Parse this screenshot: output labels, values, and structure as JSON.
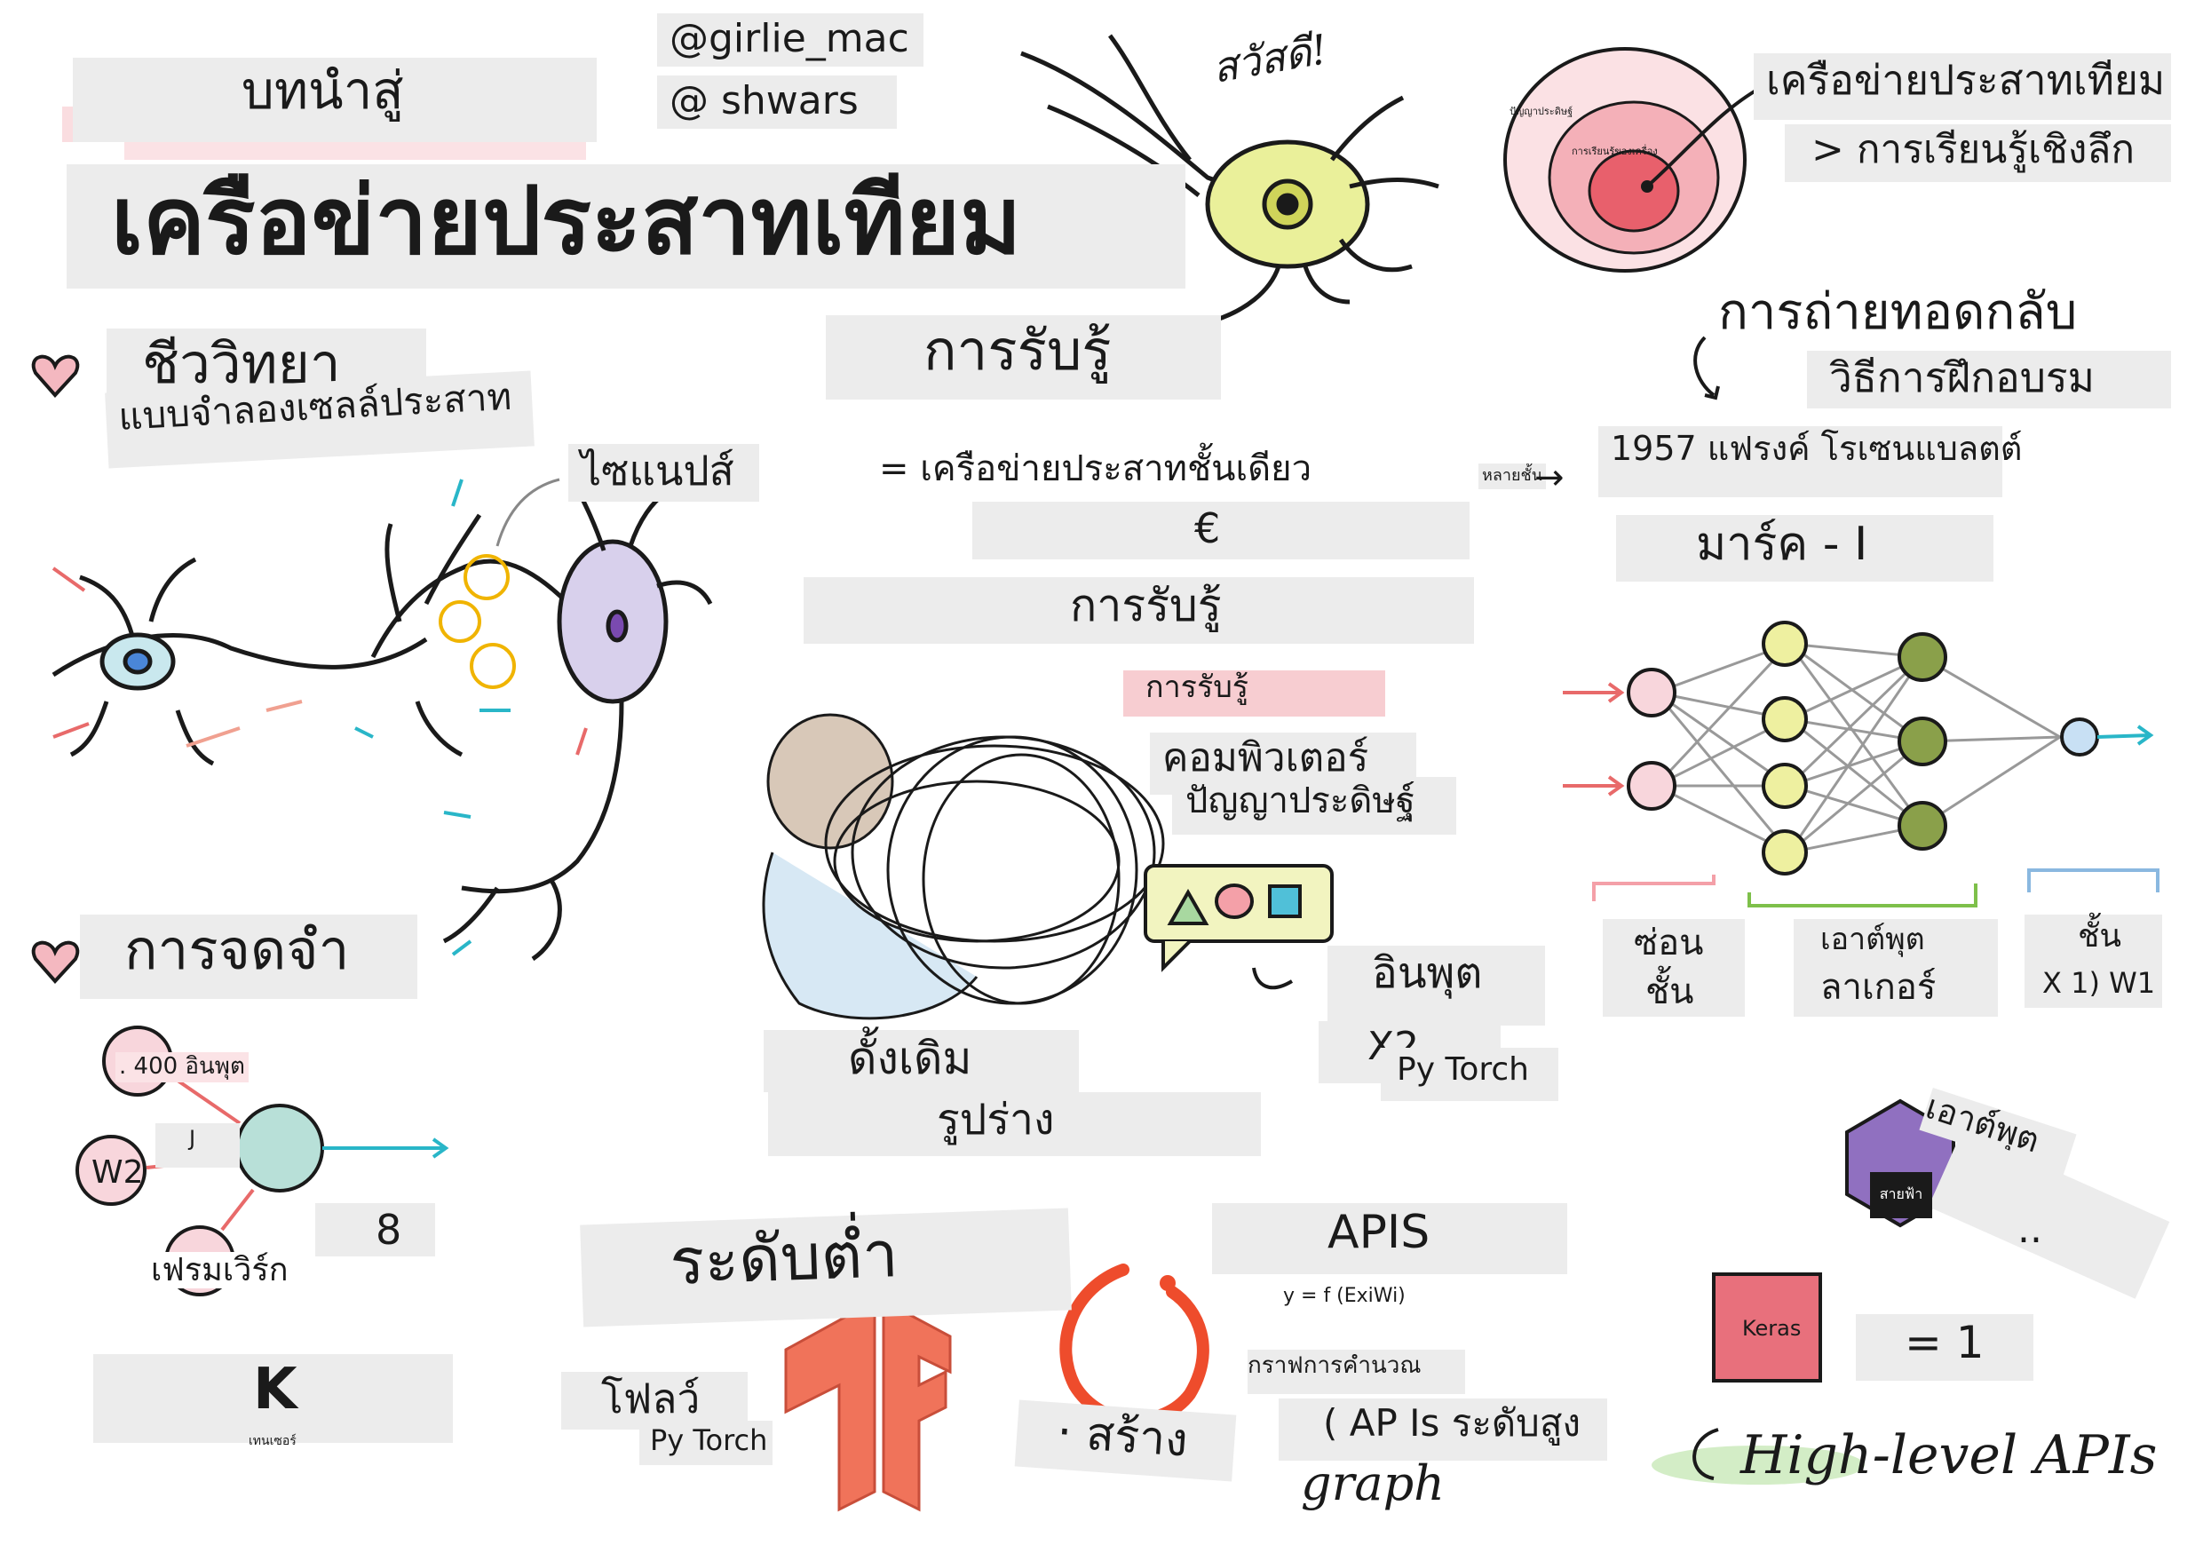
{
  "colors": {
    "label_bg": "#ececec",
    "pink": "#f4b8c0",
    "red_arrow": "#e86a6a",
    "teal": "#29b6c8",
    "yellow": "#e8ec9a",
    "purple": "#d8d0ec",
    "green": "#7ea44a",
    "keras": "#e8707c",
    "tf_orange": "#f0735a"
  },
  "header": {
    "intro": "บทนำสู่",
    "title": "เครือข่ายประสาทเทียม",
    "handle1": "@girlie_mac",
    "handle2": "@ shwars",
    "hello": "สวัสดี!"
  },
  "venn": {
    "outer": "ปัญญาประดิษฐ์",
    "middle": "การเรียนรู้ของเครื่อง",
    "label1": "เครือข่ายประสาทเทียม",
    "label2": "> การเรียนรู้เชิงลึก"
  },
  "biology": {
    "title": "ชีววิทยา",
    "subtitle": "แบบจำลองเซลล์ประสาท",
    "synapse": "ไซแนปส์"
  },
  "memory": {
    "title": "การจดจำ",
    "input": ". 400 อินพุต",
    "j": "J",
    "w2": "W2",
    "framework": "เฟรมเวิร์ก",
    "eight": "8",
    "k": "K",
    "tensor": "เทนเซอร์"
  },
  "perceptron": {
    "title": "การรับรู้",
    "single_layer": "= เครือข่ายประสาทชั้นเดียว",
    "euro": "€",
    "title2": "การรับรู้",
    "tag": "การรับรู้",
    "computer": "คอมพิวเตอร์",
    "ai": "ปัญญาประดิษฐ์",
    "input": "อินพุต",
    "x2": "X2",
    "pytorch": "Py Torch",
    "original": "ดั้งเดิม",
    "shape": "รูปร่าง"
  },
  "backprop": {
    "title": "การถ่ายทอดกลับ",
    "subtitle": "วิธีการฝึกอบรม",
    "multi": "หลายชั้น",
    "year": "1957 แฟรงค์ โรเซนแบลตต์",
    "mark": "มาร์ค - I",
    "hidden1": "ซ่อน",
    "hidden2": "ชั้น",
    "output1": "เอาต์พุต",
    "output2": "ลาเกอร์",
    "layer1": "ชั้น",
    "layer2": "X 1) W1"
  },
  "frameworks": {
    "low_level": "ระดับต่ำ",
    "flow": "โฟลว์",
    "pytorch": "Py Torch",
    "build": "· สร้าง",
    "apis": "APIS",
    "formula": "y = f (ExiWi)",
    "graph_label": "กราฟการคำนวณ",
    "high_apis": "( AP Is ระดับสูง",
    "graph": "graph",
    "output": "เอาต์พุต",
    "lightning": "สายฟ้า",
    "keras": "Keras",
    "eq1": "= 1",
    "dots": "..",
    "high_level": "High-level APIs"
  }
}
